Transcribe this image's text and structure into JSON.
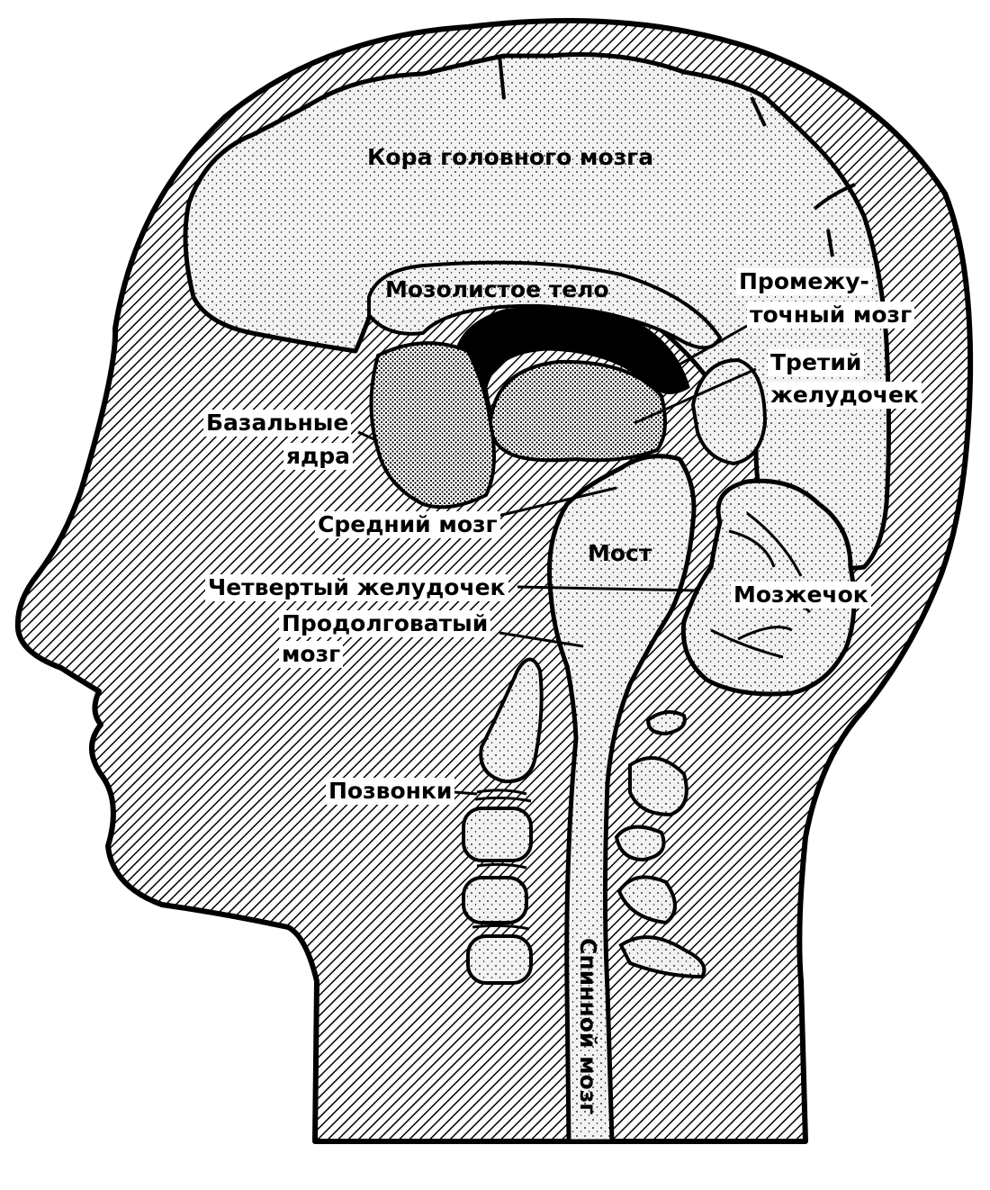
{
  "diagram": {
    "colors": {
      "ink": "#000000",
      "paper": "#ffffff",
      "tissue": "#f2f2f2"
    },
    "labels": {
      "cortex": "Кора головного мозга",
      "corpus_callosum": "Мозолистое тело",
      "diencephalon_line1": "Промежу-",
      "diencephalon_line2": "точный мозг",
      "third_ventricle_line1": "Третий",
      "third_ventricle_line2": "желудочек",
      "basal_ganglia_line1": "Базальные",
      "basal_ganglia_line2": "ядра",
      "midbrain": "Средний мозг",
      "pons": "Мост",
      "fourth_ventricle": "Четвертый желудочек",
      "cerebellum": "Мозжечок",
      "medulla_line1": "Продолговатый",
      "medulla_line2": "мозг",
      "vertebrae": "Позвонки",
      "spinal_cord": "Спинной мозг"
    }
  }
}
